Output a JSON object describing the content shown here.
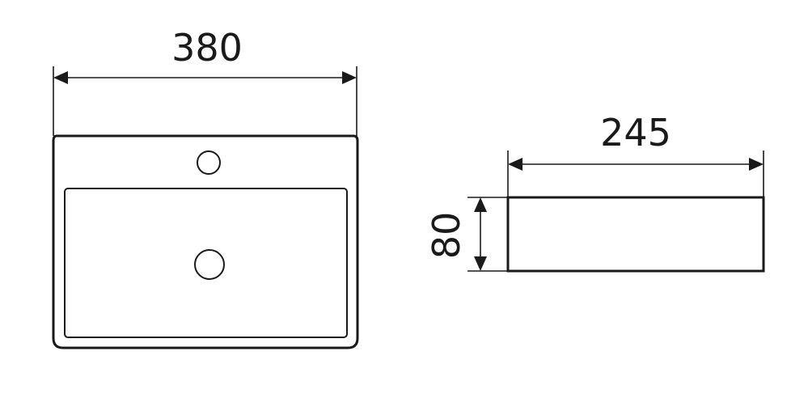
{
  "drawing": {
    "top_view": {
      "width_label": "380"
    },
    "side_view": {
      "width_label": "245",
      "height_label": "80"
    },
    "colors": {
      "line": "#1a1a1a",
      "background": "#ffffff"
    }
  }
}
